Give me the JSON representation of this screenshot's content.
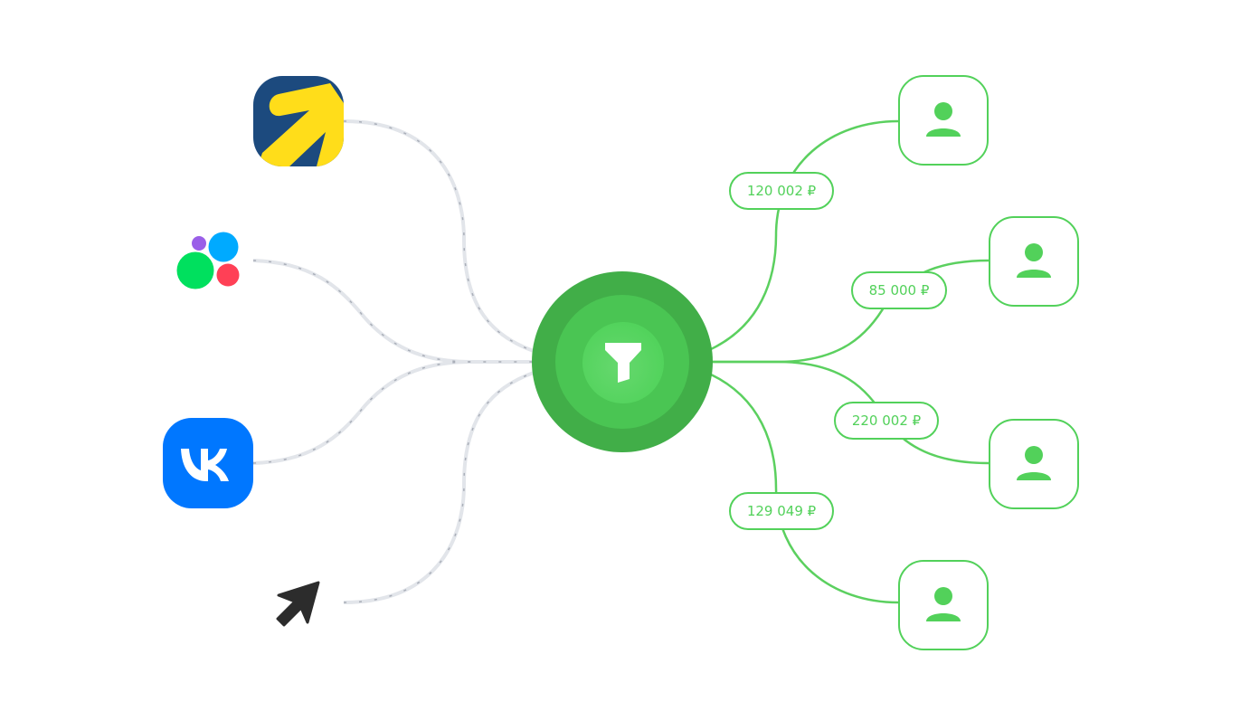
{
  "sources": [
    {
      "name": "yandex-direct",
      "icon": "yandex-direct-logo-icon"
    },
    {
      "name": "ozon-circles",
      "icon": "colored-circles-logo-icon"
    },
    {
      "name": "vk",
      "icon": "vk-logo-icon"
    },
    {
      "name": "direct-traffic",
      "icon": "cursor-arrow-icon"
    }
  ],
  "hub": {
    "icon": "filter-funnel-icon"
  },
  "leads": [
    {
      "amount": "120 002 ₽",
      "icon": "user-icon"
    },
    {
      "amount": "85 000 ₽",
      "icon": "user-icon"
    },
    {
      "amount": "220 002 ₽",
      "icon": "user-icon"
    },
    {
      "amount": "129 049 ₽",
      "icon": "user-icon"
    }
  ],
  "colors": {
    "accent": "#52d15a",
    "hub_outer": "#41ae48",
    "line_gray": "#e2e5ea",
    "vk_blue": "#0077ff"
  }
}
